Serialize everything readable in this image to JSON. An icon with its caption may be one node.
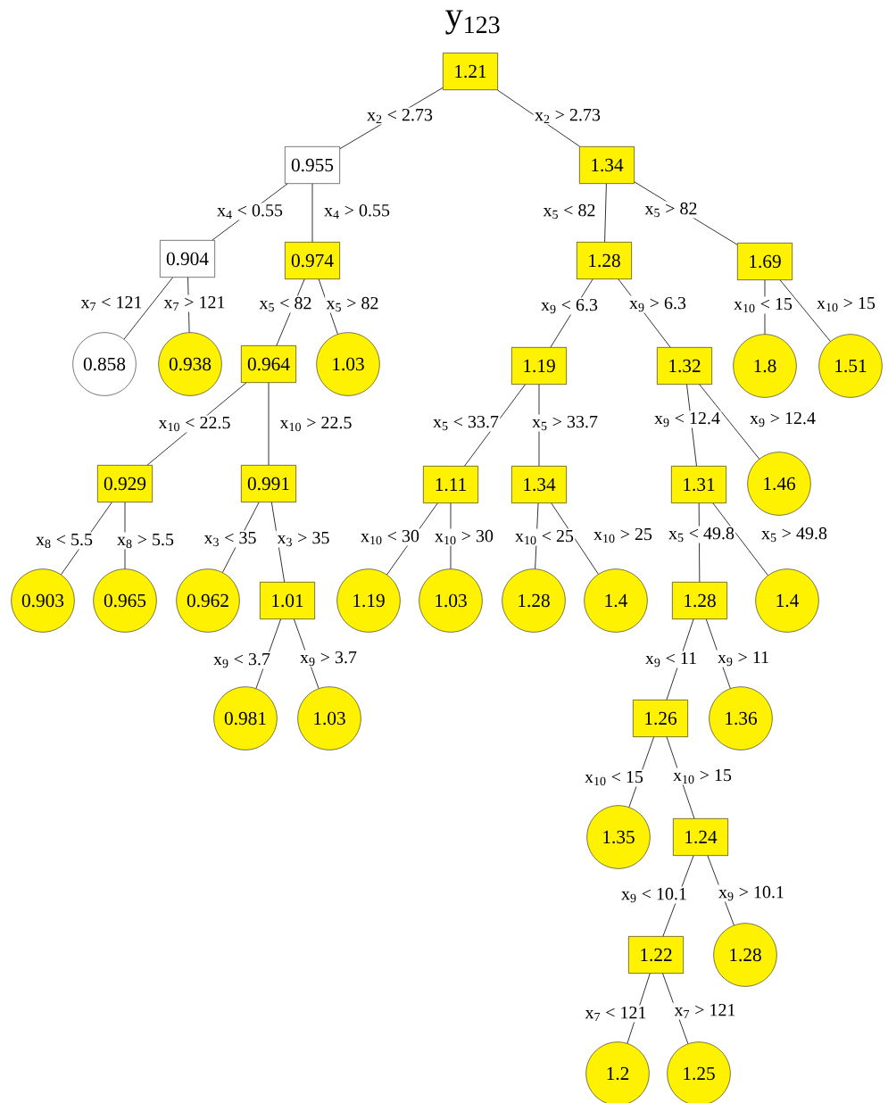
{
  "diagram": {
    "title": "y$_{123}$",
    "nodes": [
      {
        "text": [
          "1.21"
        ]
      },
      {
        "text": [
          "0.955"
        ]
      },
      {
        "text": [
          "1.34"
        ]
      },
      {
        "text": [
          "0.904"
        ]
      },
      {
        "text": [
          "0.974"
        ]
      },
      {
        "text": [
          "1.28"
        ]
      },
      {
        "text": [
          "1.69"
        ]
      },
      {
        "text": [
          "0.858"
        ]
      },
      {
        "text": [
          "0.938"
        ]
      },
      {
        "text": [
          "0.964"
        ]
      },
      {
        "text": [
          "1.03"
        ]
      },
      {
        "text": [
          "1.19"
        ]
      },
      {
        "text": [
          "1.32"
        ]
      },
      {
        "text": [
          "1.8"
        ]
      },
      {
        "text": [
          "1.51"
        ]
      },
      {
        "text": [
          "0.929"
        ]
      },
      {
        "text": [
          "0.991"
        ]
      },
      {
        "text": [
          "1.11"
        ]
      },
      {
        "text": [
          "1.34"
        ]
      },
      {
        "text": [
          "1.31"
        ]
      },
      {
        "text": [
          "1.46"
        ]
      },
      {
        "text": [
          "0.903"
        ]
      },
      {
        "text": [
          "0.965"
        ]
      },
      {
        "text": [
          "0.962"
        ]
      },
      {
        "text": [
          "1.01"
        ]
      },
      {
        "text": [
          "1.19"
        ]
      },
      {
        "text": [
          "1.03"
        ]
      },
      {
        "text": [
          "1.28"
        ]
      },
      {
        "text": [
          "1.4"
        ]
      },
      {
        "text": [
          "1.28"
        ]
      },
      {
        "text": [
          "1.4"
        ]
      },
      {
        "text": [
          "0.981"
        ]
      },
      {
        "text": [
          "1.03"
        ]
      },
      {
        "text": [
          "1.26"
        ]
      },
      {
        "text": [
          "1.36"
        ]
      },
      {
        "text": [
          "1.35"
        ]
      },
      {
        "text": [
          "1.24"
        ]
      },
      {
        "text": [
          "1.22"
        ]
      },
      {
        "text": [
          "1.28"
        ]
      },
      {
        "text": [
          "1.2"
        ]
      },
      {
        "text": [
          "1.25"
        ]
      }
    ],
    "edges": [
      {
        "from": 0,
        "to": 1,
        "arrow": "none",
        "label": "x$_{2}$ < 2.73"
      },
      {
        "from": 0,
        "to": 2,
        "arrow": "none",
        "label": "x$_{2}$ > 2.73"
      },
      {
        "from": 1,
        "to": 3,
        "arrow": "none",
        "label": "x$_{4}$ < 0.55"
      },
      {
        "from": 1,
        "to": 4,
        "arrow": "none",
        "label": "x$_{4}$ > 0.55"
      },
      {
        "from": 2,
        "to": 5,
        "arrow": "none",
        "label": "x$_{5}$ < 82"
      },
      {
        "from": 2,
        "to": 6,
        "arrow": "none",
        "label": "x$_{5}$ > 82"
      },
      {
        "from": 3,
        "to": 7,
        "arrow": "none",
        "label": "x$_{7}$ < 121"
      },
      {
        "from": 3,
        "to": 8,
        "arrow": "none",
        "label": "x$_{7}$ > 121"
      },
      {
        "from": 4,
        "to": 9,
        "arrow": "none",
        "label": "x$_{5}$ < 82"
      },
      {
        "from": 4,
        "to": 10,
        "arrow": "none",
        "label": "x$_{5}$ > 82"
      },
      {
        "from": 5,
        "to": 11,
        "arrow": "none",
        "label": "x$_{9}$ < 6.3"
      },
      {
        "from": 5,
        "to": 12,
        "arrow": "none",
        "label": "x$_{9}$ > 6.3"
      },
      {
        "from": 6,
        "to": 13,
        "arrow": "none",
        "label": "x$_{10}$ < 15"
      },
      {
        "from": 6,
        "to": 14,
        "arrow": "none",
        "label": "x$_{10}$ > 15"
      },
      {
        "from": 9,
        "to": 15,
        "arrow": "none",
        "label": "x$_{10}$ < 22.5"
      },
      {
        "from": 9,
        "to": 16,
        "arrow": "none",
        "label": "x$_{10}$ > 22.5"
      },
      {
        "from": 11,
        "to": 17,
        "arrow": "none",
        "label": "x$_{5}$ < 33.7"
      },
      {
        "from": 11,
        "to": 18,
        "arrow": "none",
        "label": "x$_{5}$ > 33.7"
      },
      {
        "from": 12,
        "to": 19,
        "arrow": "none",
        "label": "x$_{9}$ < 12.4"
      },
      {
        "from": 12,
        "to": 20,
        "arrow": "none",
        "label": "x$_{9}$ > 12.4"
      },
      {
        "from": 15,
        "to": 21,
        "arrow": "none",
        "label": "x$_{8}$ < 5.5"
      },
      {
        "from": 15,
        "to": 22,
        "arrow": "none",
        "label": "x$_{8}$ > 5.5"
      },
      {
        "from": 16,
        "to": 23,
        "arrow": "none",
        "label": "x$_{3}$ < 35"
      },
      {
        "from": 16,
        "to": 24,
        "arrow": "none",
        "label": "x$_{3}$ > 35"
      },
      {
        "from": 17,
        "to": 25,
        "arrow": "none",
        "label": "x$_{10}$ < 30"
      },
      {
        "from": 17,
        "to": 26,
        "arrow": "none",
        "label": "x$_{10}$ > 30"
      },
      {
        "from": 18,
        "to": 27,
        "arrow": "none",
        "label": "x$_{10}$ < 25"
      },
      {
        "from": 18,
        "to": 28,
        "arrow": "none",
        "label": "x$_{10}$ > 25"
      },
      {
        "from": 19,
        "to": 29,
        "arrow": "none",
        "label": "x$_{5}$ < 49.8"
      },
      {
        "from": 19,
        "to": 30,
        "arrow": "none",
        "label": "x$_{5}$ > 49.8"
      },
      {
        "from": 24,
        "to": 31,
        "arrow": "none",
        "label": "x$_{9}$ < 3.7"
      },
      {
        "from": 24,
        "to": 32,
        "arrow": "none",
        "label": "x$_{9}$ > 3.7"
      },
      {
        "from": 29,
        "to": 33,
        "arrow": "none",
        "label": "x$_{9}$ < 11"
      },
      {
        "from": 29,
        "to": 34,
        "arrow": "none",
        "label": "x$_{9}$ > 11"
      },
      {
        "from": 33,
        "to": 35,
        "arrow": "none",
        "label": "x$_{10}$ < 15"
      },
      {
        "from": 33,
        "to": 36,
        "arrow": "none",
        "label": "x$_{10}$ > 15"
      },
      {
        "from": 36,
        "to": 37,
        "arrow": "none",
        "label": "x$_{9}$ < 10.1"
      },
      {
        "from": 36,
        "to": 38,
        "arrow": "none",
        "label": "x$_{9}$ > 10.1"
      },
      {
        "from": 37,
        "to": 39,
        "arrow": "none",
        "label": "x$_{7}$ < 121"
      },
      {
        "from": 37,
        "to": 40,
        "arrow": "none",
        "label": "x$_{7}$ > 121"
      }
    ]
  }
}
